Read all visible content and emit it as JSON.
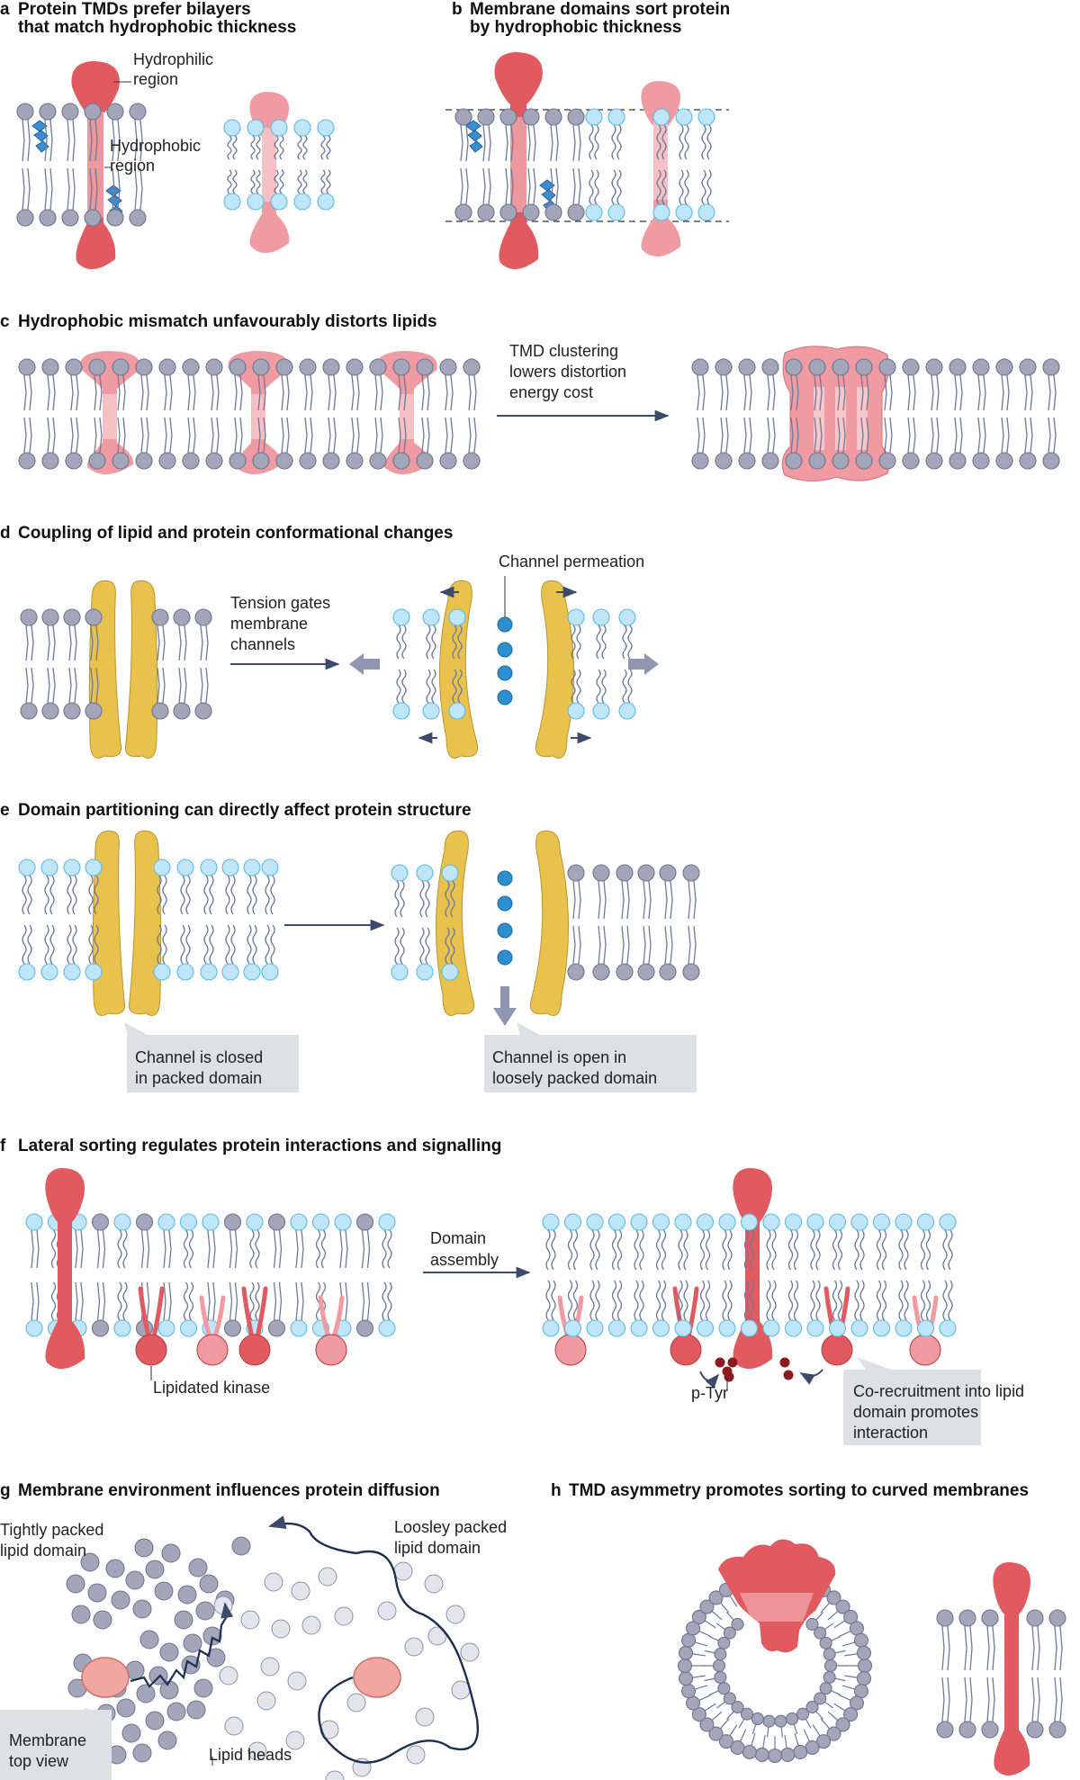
{
  "panels": [
    {
      "letter": "a",
      "title": [
        "Protein TMDs prefer bilayers",
        "that match hydrophobic thickness"
      ]
    },
    {
      "letter": "b",
      "title": [
        "Membrane domains sort protein",
        "by hydrophobic thickness"
      ]
    },
    {
      "letter": "c",
      "title": [
        "Hydrophobic mismatch unfavourably distorts lipids"
      ]
    },
    {
      "letter": "d",
      "title": [
        "Coupling of lipid and protein conformational changes"
      ]
    },
    {
      "letter": "e",
      "title": [
        "Domain partitioning can directly affect protein structure"
      ]
    },
    {
      "letter": "f",
      "title": [
        "Lateral sorting regulates protein interactions and signalling"
      ]
    },
    {
      "letter": "g",
      "title": [
        "Membrane environment influences protein diffusion"
      ]
    },
    {
      "letter": "h",
      "title": [
        "TMD asymmetry promotes sorting to curved membranes"
      ]
    }
  ],
  "labels": {
    "hydrophilic": [
      "Hydrophilic",
      "region"
    ],
    "hydrophobic": [
      "Hydrophobic",
      "region"
    ],
    "tmd_clustering": [
      "TMD clustering",
      "lowers distortion",
      "energy cost"
    ],
    "tension_gates": [
      "Tension gates",
      "membrane",
      "channels"
    ],
    "channel_permeation": [
      "Channel permeation"
    ],
    "channel_closed": [
      "Channel is closed",
      "in packed domain"
    ],
    "channel_open": [
      "Channel is open in",
      "loosely packed domain"
    ],
    "domain_assembly": [
      "Domain",
      "assembly"
    ],
    "lipidated_kinase": [
      "Lipidated kinase"
    ],
    "ptyr": [
      "p-Tyr"
    ],
    "corecruitment": [
      "Co-recruitment into lipid",
      "domain promotes",
      "interaction"
    ],
    "tightly_packed": [
      "Tightly packed",
      "lipid domain"
    ],
    "loosely_packed": [
      "Loosley packed",
      "lipid domain"
    ],
    "lipid_heads": [
      "Lipid heads"
    ],
    "membrane_top_view": [
      "Membrane",
      "top view"
    ]
  },
  "colors": {
    "protein_red": "#e05a60",
    "protein_pink": "#f09aa1",
    "channel_yellow": "#e9c24e",
    "lipid_grey": "#a3a5b8",
    "lipid_blue": "#bfe6f8",
    "ion_blue": "#2c8fcf",
    "ptyr_dark": "#8c1a1f"
  }
}
